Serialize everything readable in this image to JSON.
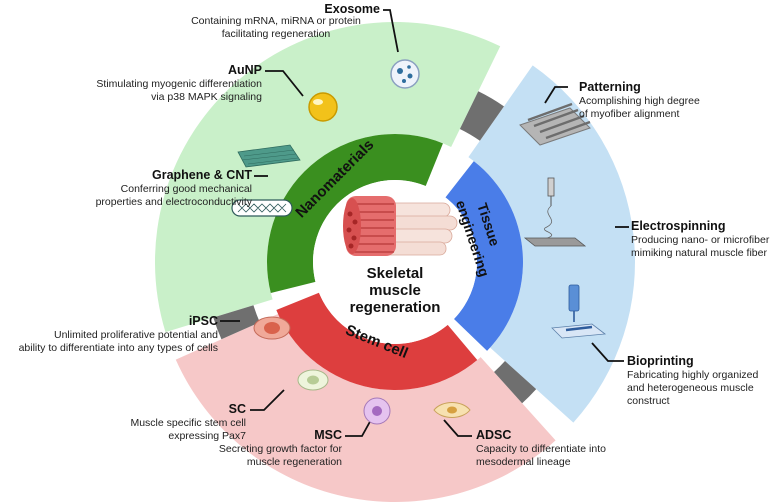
{
  "center": {
    "title": "Skeletal\nmuscle\nregeneration"
  },
  "categories": {
    "nanomaterials": {
      "label": "Nanomaterials",
      "color": "#3a8f1f",
      "outer_color": "#c9f0c9"
    },
    "tissue_engineering": {
      "label_line1": "Tissue",
      "label_line2": "engineering",
      "color": "#4a7de8",
      "outer_color": "#c4e0f4"
    },
    "stem_cell": {
      "label": "Stem cell",
      "color": "#dd3e3e",
      "outer_color": "#f6c8c8"
    }
  },
  "items": {
    "exosome": {
      "title": "Exosome",
      "desc": "Containing mRNA, miRNA or protein\nfacilitating regeneration"
    },
    "aunp": {
      "title": "AuNP",
      "desc": "Stimulating myogenic differentiation\nvia p38  MAPK signaling"
    },
    "graphene": {
      "title": "Graphene & CNT",
      "desc": "Conferring good mechanical\nproperties and electroconductivity"
    },
    "patterning": {
      "title": "Patterning",
      "desc": "Acomplishing high degree\nof myofiber alignment"
    },
    "electrospinning": {
      "title": "Electrospinning",
      "desc": "Producing  nano- or microfiber\nmimiking natural muscle fiber"
    },
    "bioprinting": {
      "title": "Bioprinting",
      "desc": "Fabricating highly organized\nand  heterogeneous muscle\nconstruct"
    },
    "ipsc": {
      "title": "iPSC",
      "desc": "Unlimited proliferative potential and\nability to differentiate into any types of cells"
    },
    "sc": {
      "title": "SC",
      "desc": "Muscle specific stem cell\nexpressing Pax7"
    },
    "msc": {
      "title": "MSC",
      "desc": "Secreting growth factor for\nmuscle regeneration"
    },
    "adsc": {
      "title": "ADSC",
      "desc": "Capacity to differentiate into\nmesodermal lineage"
    }
  },
  "colors": {
    "connector_gray": "#6f6f6f",
    "leader_line": "#111111"
  }
}
